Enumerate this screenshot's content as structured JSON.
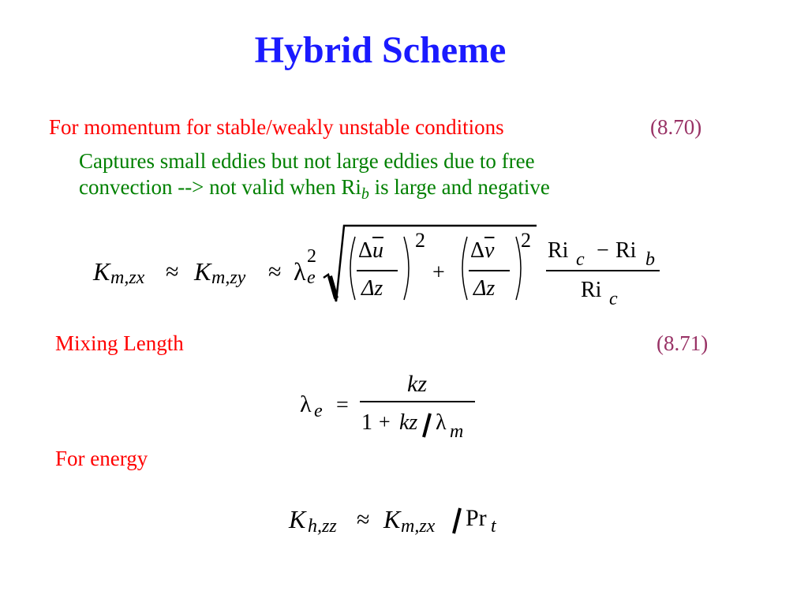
{
  "title": "Hybrid Scheme",
  "momentum": {
    "label": "For momentum for stable/weakly unstable conditions",
    "eq_number": "(8.70)",
    "note_line1": "Captures small eddies but not large eddies due to free",
    "note_line2_a": "convection --> not valid when Ri",
    "note_line2_sub": "b",
    "note_line2_b": " is large and negative"
  },
  "mixing": {
    "label": "Mixing Length",
    "eq_number": "(8.71)"
  },
  "energy": {
    "label": "For energy"
  },
  "eq870": {
    "K": "K",
    "sub1": "m,zx",
    "approx": "≈",
    "sub2": "m,zy",
    "lambda": "λ",
    "lam_sup": "2",
    "lam_sub": "e",
    "delta_u": "Δ",
    "u": "u",
    "delta_z": "Δz",
    "delta_v": "Δ",
    "v": "v",
    "sq": "2",
    "plus": "+",
    "ri": "Ri",
    "ric": "c",
    "minus": "−",
    "rib": "b"
  },
  "eq871": {
    "lambda": "λ",
    "e": "e",
    "equals": "=",
    "num": "kz",
    "den_1": "1",
    "den_plus": "+",
    "den_kz": "kz",
    "den_lambda": "λ",
    "den_m": "m"
  },
  "eqenergy": {
    "K": "K",
    "sub_h": "h,zz",
    "approx": "≈",
    "sub_m": "m,zx",
    "pr": "Pr",
    "t": "t"
  }
}
